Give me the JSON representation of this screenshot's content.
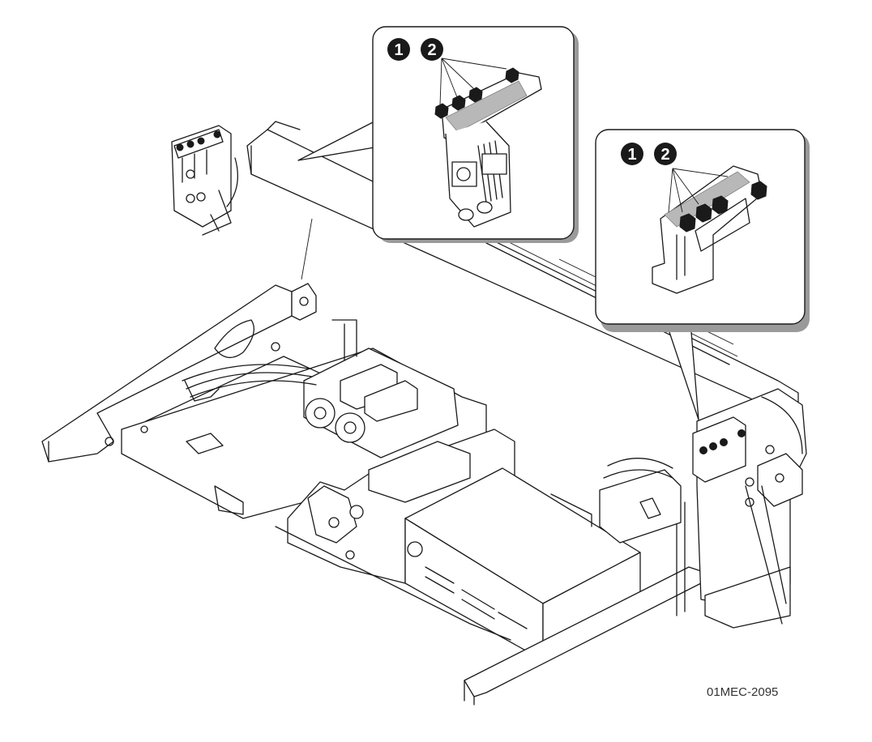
{
  "figure": {
    "label": "01MEC-2095",
    "description": "Exploded isometric mechanical assembly with two callout detail views of connector blocks with hex nuts"
  },
  "callouts": [
    {
      "id": "top-callout",
      "badges": [
        "1",
        "2"
      ],
      "subject": "connector block with four hex nuts (upper left assembly)"
    },
    {
      "id": "right-callout",
      "badges": [
        "1",
        "2"
      ],
      "subject": "connector block with four hex nuts (right side assembly)"
    }
  ],
  "colors": {
    "line": "#1a1a1a",
    "shadow": "#9a9a9a",
    "highlight": "#b8b8b8",
    "label": "#333333"
  }
}
